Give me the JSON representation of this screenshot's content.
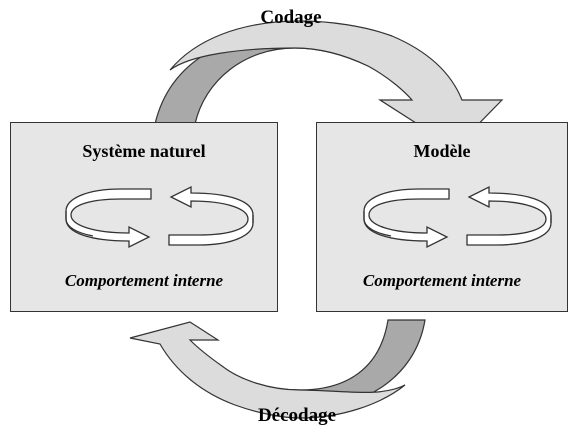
{
  "top_arrow": {
    "label": "Codage"
  },
  "bottom_arrow": {
    "label": "Décodage"
  },
  "left_box": {
    "title": "Système naturel",
    "subtitle": "Comportement interne"
  },
  "right_box": {
    "title": "Modèle",
    "subtitle": "Comportement interne"
  },
  "colors": {
    "box_fill": "#e6e6e6",
    "arrow_dark": "#a9a9a9",
    "arrow_light": "#dcdcdc",
    "stroke": "#333333"
  }
}
